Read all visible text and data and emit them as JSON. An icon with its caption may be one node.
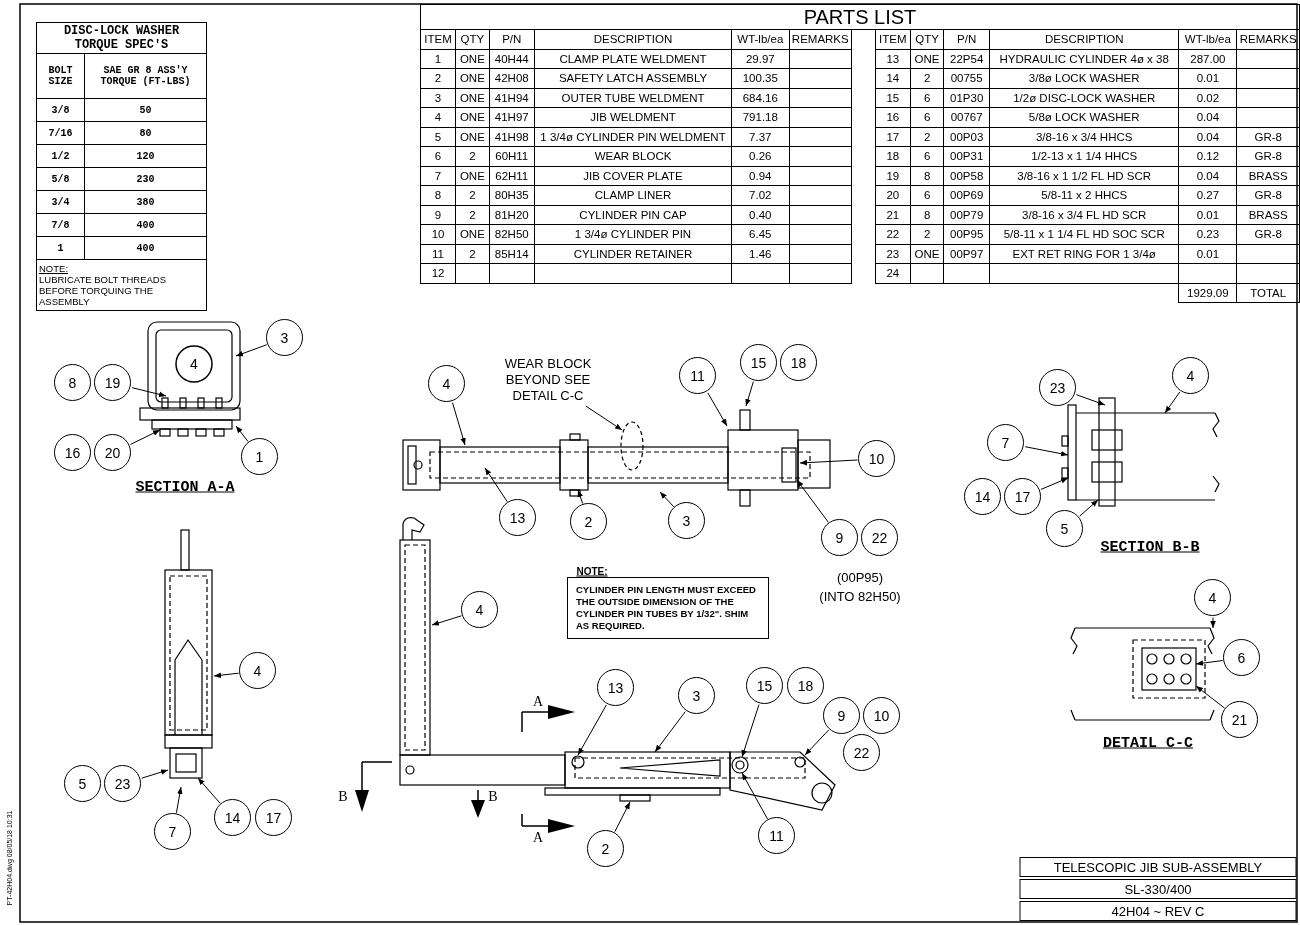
{
  "diagram": {
    "nodes": [
      {
        "text": [
          "3"
        ]
      },
      {
        "text": [
          "4"
        ],
        "in": 43
      },
      {
        "text": [
          "8"
        ]
      },
      {
        "text": [
          "19"
        ]
      },
      {
        "text": [
          "16"
        ]
      },
      {
        "text": [
          "20"
        ]
      },
      {
        "text": [
          "1"
        ]
      },
      {
        "text": [
          "WEAR BLOCK BEYOND SEE DETAIL C-C"
        ]
      },
      {
        "text": [
          "4"
        ]
      },
      {
        "text": [
          "11"
        ]
      },
      {
        "text": [
          "15"
        ]
      },
      {
        "text": [
          "18"
        ]
      },
      {
        "text": [
          "10"
        ]
      },
      {
        "text": [
          "13"
        ]
      },
      {
        "text": [
          "2"
        ]
      },
      {
        "text": [
          "3"
        ]
      },
      {
        "text": [
          "9"
        ]
      },
      {
        "text": [
          "22"
        ]
      },
      {
        "text": [
          "23"
        ]
      },
      {
        "text": [
          "4"
        ]
      },
      {
        "text": [
          "7"
        ]
      },
      {
        "text": [
          "14"
        ]
      },
      {
        "text": [
          "17"
        ]
      },
      {
        "text": [
          "5"
        ]
      },
      {
        "text": [
          "4"
        ]
      },
      {
        "text": [
          "6"
        ]
      },
      {
        "text": [
          "21"
        ]
      },
      {
        "text": [
          "4"
        ]
      },
      {
        "text": [
          "5"
        ]
      },
      {
        "text": [
          "23"
        ]
      },
      {
        "text": [
          "7"
        ]
      },
      {
        "text": [
          "14"
        ]
      },
      {
        "text": [
          "17"
        ]
      },
      {
        "text": [
          "4"
        ]
      },
      {
        "text": [
          "13"
        ]
      },
      {
        "text": [
          "3"
        ]
      },
      {
        "text": [
          "15"
        ]
      },
      {
        "text": [
          "18"
        ]
      },
      {
        "text": [
          "9"
        ]
      },
      {
        "text": [
          "10"
        ]
      },
      {
        "text": [
          "22"
        ]
      },
      {
        "text": [
          "11"
        ]
      },
      {
        "text": [
          "2"
        ]
      },
      {
        "text": [],
        "shape": "picture"
      },
      {
        "text": [],
        "shape": "picture"
      },
      {
        "text": [],
        "shape": "picture"
      },
      {
        "text": [],
        "shape": "picture"
      },
      {
        "text": [],
        "shape": "picture"
      },
      {
        "text": [],
        "shape": "picture"
      },
      {
        "text": [],
        "shape": "picture"
      }
    ],
    "edges": [
      {
        "from": 0,
        "to": 43,
        "arrow": "to"
      },
      {
        "from": 3,
        "to": 43,
        "arrow": "to"
      },
      {
        "from": 5,
        "to": 43,
        "arrow": "to"
      },
      {
        "from": 6,
        "to": 43,
        "arrow": "to"
      },
      {
        "from": 7,
        "to": 44,
        "arrow": "to"
      },
      {
        "from": 8,
        "to": 44,
        "arrow": "to"
      },
      {
        "from": 9,
        "to": 44,
        "arrow": "to"
      },
      {
        "from": 10,
        "to": 44,
        "arrow": "to"
      },
      {
        "from": 12,
        "to": 44,
        "arrow": "to"
      },
      {
        "from": 13,
        "to": 44,
        "arrow": "to"
      },
      {
        "from": 14,
        "to": 44,
        "arrow": "to"
      },
      {
        "from": 15,
        "to": 44,
        "arrow": "to"
      },
      {
        "from": 16,
        "to": 44,
        "arrow": "to"
      },
      {
        "from": 18,
        "to": 45,
        "arrow": "to"
      },
      {
        "from": 19,
        "to": 45,
        "arrow": "to"
      },
      {
        "from": 20,
        "to": 45,
        "arrow": "to"
      },
      {
        "from": 22,
        "to": 45,
        "arrow": "to"
      },
      {
        "from": 23,
        "to": 45,
        "arrow": "to"
      },
      {
        "from": 24,
        "to": 46,
        "arrow": "to"
      },
      {
        "from": 25,
        "to": 46,
        "arrow": "to"
      },
      {
        "from": 26,
        "to": 46,
        "arrow": "to"
      },
      {
        "from": 27,
        "to": 47,
        "arrow": "to"
      },
      {
        "from": 29,
        "to": 47,
        "arrow": "to"
      },
      {
        "from": 30,
        "to": 47,
        "arrow": "to"
      },
      {
        "from": 31,
        "to": 47,
        "arrow": "to"
      },
      {
        "from": 33,
        "to": 48,
        "arrow": "to"
      },
      {
        "from": 34,
        "to": 49,
        "arrow": "to"
      },
      {
        "from": 35,
        "to": 49,
        "arrow": "to"
      },
      {
        "from": 36,
        "to": 49,
        "arrow": "to"
      },
      {
        "from": 38,
        "to": 49,
        "arrow": "to"
      },
      {
        "from": 41,
        "to": 49,
        "arrow": "to"
      },
      {
        "from": 42,
        "to": 49,
        "arrow": "to"
      }
    ],
    "labels": [
      "DISC-LOCK WASHER TORQUE SPEC'S",
      "BOLT SIZE",
      "SAE GR 8 ASS'Y TORQUE (FT-LBS)",
      "3/8",
      "50",
      "7/16",
      "80",
      "1/2",
      "120",
      "5/8",
      "230",
      "3/4",
      "380",
      "7/8",
      "400",
      "1",
      "400",
      "NOTE:",
      "LUBRICATE BOLT THREADS BEFORE TORQUING THE ASSEMBLY",
      "PARTS LIST",
      "ITEM",
      "QTY",
      "P/N",
      "DESCRIPTION",
      "WT-lb/ea",
      "REMARKS",
      "ITEM",
      "QTY",
      "P/N",
      "DESCRIPTION",
      "WT-lb/ea",
      "REMARKS",
      "1",
      "ONE",
      "40H44",
      "CLAMP PLATE WELDMENT",
      "29.97",
      "13",
      "ONE",
      "22P54",
      "HYDRAULIC CYLINDER 4ø x 38",
      "287.00",
      "2",
      "ONE",
      "42H08",
      "SAFETY LATCH ASSEMBLY",
      "100.35",
      "14",
      "2",
      "00755",
      "3/8ø LOCK WASHER",
      "0.01",
      "3",
      "ONE",
      "41H94",
      "OUTER TUBE WELDMENT",
      "684.16",
      "15",
      "6",
      "01P30",
      "1/2ø DISC-LOCK WASHER",
      "0.02",
      "4",
      "ONE",
      "41H97",
      "JIB WELDMENT",
      "791.18",
      "16",
      "6",
      "00767",
      "5/8ø LOCK WASHER",
      "0.04",
      "5",
      "ONE",
      "41H98",
      "1 3/4ø CYLINDER PIN WELDMENT",
      "7.37",
      "17",
      "2",
      "00P03",
      "3/8-16 x 3/4 HHCS",
      "0.04",
      "GR-8",
      "6",
      "2",
      "60H11",
      "WEAR BLOCK",
      "0.26",
      "18",
      "6",
      "00P31",
      "1/2-13 x 1 1/4 HHCS",
      "0.12",
      "GR-8",
      "7",
      "ONE",
      "62H11",
      "JIB COVER PLATE",
      "0.94",
      "19",
      "8",
      "00P58",
      "3/8-16 x 1 1/2 FL HD SCR",
      "0.04",
      "BRASS",
      "8",
      "2",
      "80H35",
      "CLAMP LINER",
      "7.02",
      "20",
      "6",
      "00P69",
      "5/8-11 x 2 HHCS",
      "0.27",
      "GR-8",
      "9",
      "2",
      "81H20",
      "CYLINDER PIN CAP",
      "0.40",
      "21",
      "8",
      "00P79",
      "3/8-16 x 3/4 FL HD SCR",
      "0.01",
      "BRASS",
      "10",
      "ONE",
      "82H50",
      "1 3/4ø CYLINDER PIN",
      "6.45",
      "22",
      "2",
      "00P95",
      "5/8-11 x 1 1/4 FL HD SOC SCR",
      "0.23",
      "GR-8",
      "11",
      "2",
      "85H14",
      "CYLINDER RETAINER",
      "1.46",
      "23",
      "ONE",
      "00P97",
      "EXT RET RING FOR 1 3/4ø",
      "0.01",
      "12",
      "24",
      "1929.09",
      "TOTAL",
      "SECTION A-A",
      "SECTION B-B",
      "NOTE:",
      "CYLINDER PIN LENGTH MUST EXCEED THE OUTSIDE DIMENSION OF THE CYLINDER PIN TUBES BY 1/32\". SHIM AS REQUIRED.",
      "(00P95)",
      "(INTO 82H50)",
      "A",
      "DETAIL C-C",
      "B",
      "B",
      "A",
      "TELESCOPIC JIB SUB-ASSEMBLY",
      "SL-330/400",
      "42H04 ~ REV C",
      "PT-42H04.dwg 08/05/18 10:31"
    ]
  }
}
